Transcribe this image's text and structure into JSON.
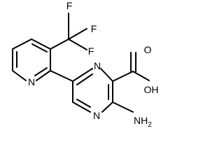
{
  "molecule": {
    "atoms": {
      "fluorine_1": "F",
      "fluorine_2": "F",
      "fluorine_3": "F",
      "pyridine_nitrogen": "N",
      "pyrazine_nitrogen_top": "N",
      "pyrazine_nitrogen_bottom": "N",
      "hydroxyl": "OH",
      "carbonyl_oxygen": "O",
      "amino": "NH",
      "amino_subscript": "2"
    },
    "colors": {
      "bond": "#000000",
      "label": "#000000",
      "background": "#ffffff"
    }
  }
}
